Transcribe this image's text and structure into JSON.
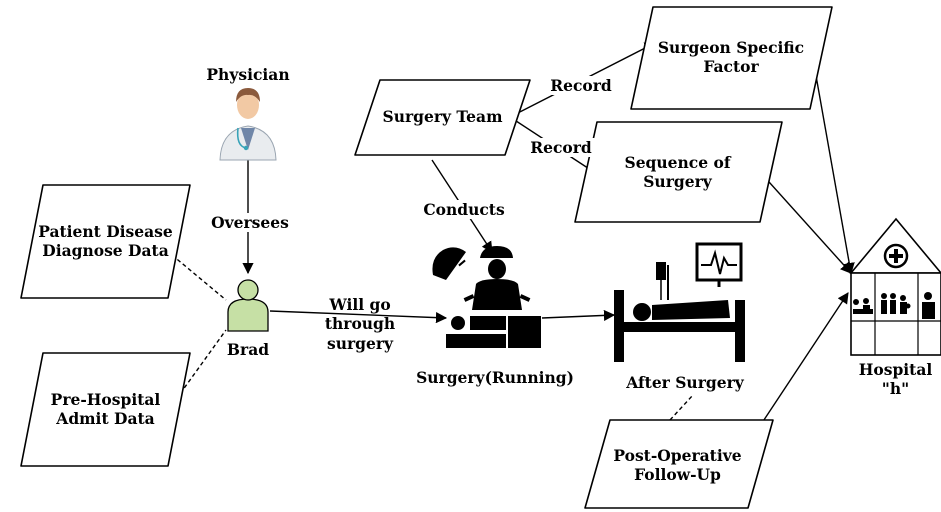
{
  "nodes": {
    "physician": {
      "label": "Physician",
      "icon": "physician-icon"
    },
    "patient_disease": {
      "label": "Patient Disease\nDiagnose Data"
    },
    "pre_hospital": {
      "label": "Pre-Hospital\nAdmit Data"
    },
    "brad": {
      "label": "Brad",
      "icon": "person-icon",
      "color": "#c6e0a5"
    },
    "surgery_team": {
      "label": "Surgery Team"
    },
    "surgeon_factor": {
      "label": "Surgeon Specific\nFactor"
    },
    "sequence": {
      "label": "Sequence of\nSurgery"
    },
    "surgery_running": {
      "label": "Surgery(Running)",
      "icon": "surgery-icon"
    },
    "after_surgery": {
      "label": "After Surgery",
      "icon": "hospital-bed-icon"
    },
    "post_op": {
      "label": "Post-Operative\nFollow-Up"
    },
    "hospital": {
      "label": "Hospital\n\"h\"",
      "icon": "hospital-building-icon"
    }
  },
  "edges": {
    "oversees": "Oversees",
    "will_go": "Will go\nthrough surgery",
    "conducts": "Conducts",
    "record_top": "Record",
    "record_bottom": "Record"
  }
}
